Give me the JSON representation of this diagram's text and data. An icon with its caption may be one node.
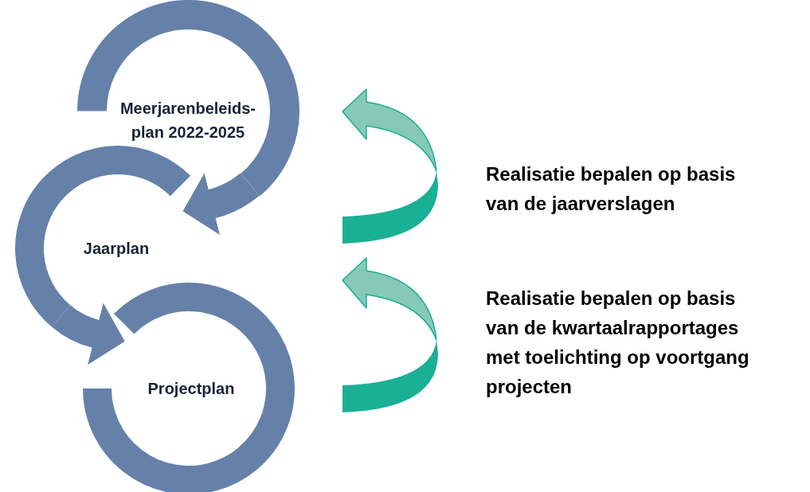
{
  "diagram": {
    "nodes": [
      {
        "text": [
          "Meerjarenbeleids- plan 2022-2025"
        ]
      },
      {
        "text": [
          "Jaarplan"
        ]
      },
      {
        "text": [
          "Projectplan"
        ]
      }
    ],
    "edges": [
      {
        "from": 0,
        "to": 1,
        "arrow": "to"
      },
      {
        "from": 1,
        "to": 2,
        "arrow": "to"
      }
    ],
    "labels": [
      "Realisatie bepalen op basis van de jaarverslagen",
      "Realisatie bepalen op basis van de kwartaalrapportages met toelichting op voortgang projecten"
    ]
  }
}
